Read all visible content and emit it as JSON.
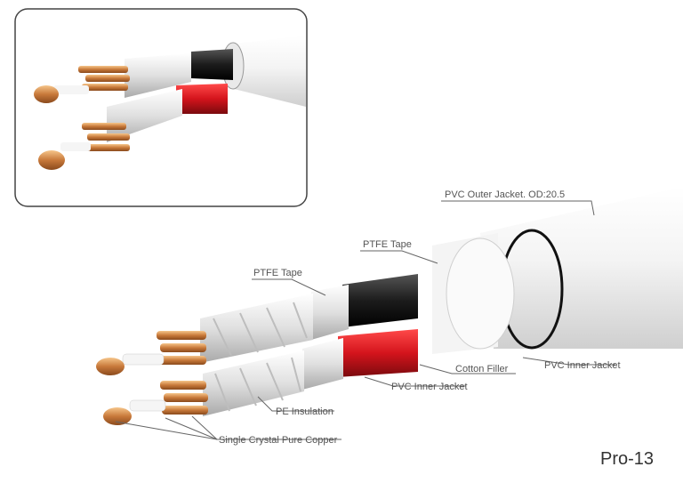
{
  "labels": {
    "outer_jacket": "PVC Outer Jacket. OD:20.5",
    "ptfe_tape_outer": "PTFE Tape",
    "ptfe_tape_inner": "PTFE Tape",
    "cotton_filler": "Cotton Filler",
    "pvc_inner_jacket_outer": "PVC Inner Jacket",
    "pvc_inner_jacket_inner": "PVC Inner Jacket",
    "pe_insulation": "PE Insulation",
    "copper": "Single Crystal Pure Copper"
  },
  "model": "Pro-13",
  "colors": {
    "copper": "#c8793a",
    "copper_light": "#f0b070",
    "black_core": "#1c1c1c",
    "red_core": "#d4141c",
    "jacket": "#f2f2f2",
    "leader": "#666666"
  }
}
